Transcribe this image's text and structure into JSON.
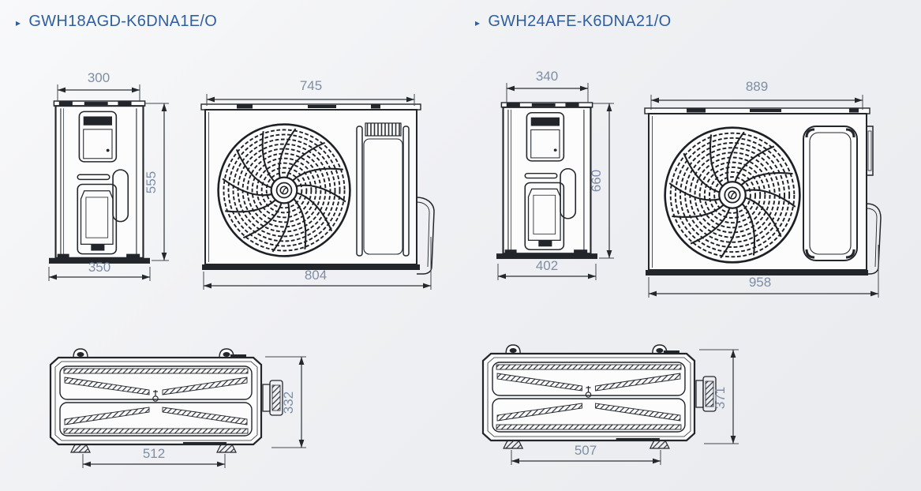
{
  "ui": {
    "bullet_glyph": "▸",
    "accent_color": "#2f5f9f",
    "dim_text_color": "#7e8ea4",
    "line_color": "#23272c",
    "background_color": "#eff0f3"
  },
  "units": [
    {
      "model": "GWH18AGD-K6DNA1E/O",
      "side": {
        "width_top": "300",
        "height": "555",
        "width_base": "350"
      },
      "front": {
        "width_top": "745",
        "width_overall": "804"
      },
      "top": {
        "depth": "332",
        "mount_spacing": "512"
      }
    },
    {
      "model": "GWH24AFE-K6DNA21/O",
      "side": {
        "width_top": "340",
        "height": "660",
        "width_base": "402"
      },
      "front": {
        "width_top": "889",
        "width_overall": "958"
      },
      "top": {
        "depth": "371",
        "mount_spacing": "507"
      }
    }
  ]
}
